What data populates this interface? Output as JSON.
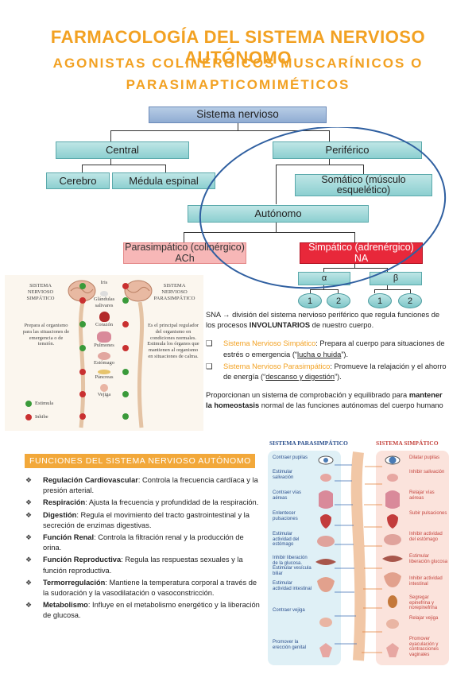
{
  "title": {
    "line1": "FARMACOLOGÍA DEL SISTEMA NERVIOSO AUTÓNOMO",
    "line2": "AGONISTAS COLINÉRGICOS MUSCARÍNICOS O",
    "line3": "PARASIMAPTICOMIMÉTICOS"
  },
  "tree": {
    "root": "Sistema nervioso",
    "central": "Central",
    "periferico": "Periférico",
    "cerebro": "Cerebro",
    "medula": "Médula espinal",
    "somatico": "Somático (músculo esquelético)",
    "autonomo": "Autónomo",
    "parasimpatico": "Parasimpático (colinérgico) ACh",
    "simpatico": "Simpático (adrenérgico) NA",
    "alpha": "α",
    "beta": "β",
    "a1": "1",
    "a2": "2",
    "b1": "1",
    "b2": "2"
  },
  "left_figure": {
    "sympathetic_title": "SISTEMA NERVIOSO SIMPÁTICO",
    "parasympathetic_title": "SISTEMA NERVIOSO PARASIMPÁTICO",
    "sympathetic_desc": "Prepara al organismo para las situaciones de emergencia o de tensión.",
    "parasympathetic_desc": "Es el principal regulador del organismo en condiciones normales. Estimula los órganos que mantienen al organismo en situaciones de calma.",
    "organs": [
      "Iris",
      "Glándulas salivares",
      "Corazón",
      "Pulmones",
      "Estómago",
      "Páncreas",
      "Vejiga"
    ],
    "legend_stimulate": "Estimula",
    "legend_inhibit": "Inhibe",
    "colors": {
      "stimulate": "#3a9a3a",
      "inhibit": "#c93030"
    }
  },
  "sna_text": {
    "intro_pre": "SNA → división del sistema nervioso periférico que regula funciones de los procesos ",
    "intro_bold": "INVOLUNTARIOS",
    "intro_post": " de nuestro cuerpo.",
    "symp_label": "Sistema Nervioso Simpático",
    "symp_text": ": Prepara al cuerpo para situaciones de estrés o emergencia (“",
    "symp_quote": "lucha o huida",
    "symp_end": "”).",
    "para_label": "Sistema Nervioso Parasimpático",
    "para_text": ": Promueve la relajación y el ahorro de energía (“",
    "para_quote": "descanso y digestión",
    "para_end": "”).",
    "homeo_pre": "Proporcionan un sistema de comprobación y equilibrado para ",
    "homeo_bold": "mantener la homeostasis",
    "homeo_post": " normal de las funciones autónomas del cuerpo humano"
  },
  "functions": {
    "header": "FUNCIONES DEL SISTEMA NERVIOSO AUTÓNOMO",
    "items": [
      {
        "label": "Regulación Cardiovascular",
        "text": ": Controla la frecuencia cardíaca y la presión arterial."
      },
      {
        "label": "Respiración",
        "text": ": Ajusta la frecuencia y profundidad de la respiración."
      },
      {
        "label": "Digestión",
        "text": ": Regula el movimiento del tracto gastrointestinal y la secreción de enzimas digestivas."
      },
      {
        "label": "Función Renal",
        "text": ": Controla la filtración renal y la producción de orina."
      },
      {
        "label": "Función Reproductiva",
        "text": ": Regula las respuestas sexuales y la función reproductiva."
      },
      {
        "label": "Termorregulación",
        "text": ": Mantiene la temperatura corporal a través de la sudoración y la vasodilatación o vasoconstricción."
      },
      {
        "label": "Metabolismo",
        "text": ": Influye en el metabolismo energético y la liberación de glucosa."
      }
    ]
  },
  "right_figure": {
    "para_title": "SISTEMA PARASIMPÁTICO",
    "symp_title": "SISTEMA SIMPÁTICO",
    "para_labels": [
      "Contraer pupilas",
      "Estimular salivación",
      "Contraer vías aéreas",
      "Enlentecer pulsaciones",
      "Estimular actividad del estómago",
      "Inhibir liberación de la glucosa. Estimular vesícula biliar",
      "Estimular actividad intestinal",
      "Contraer vejiga",
      "Promover la erección genital"
    ],
    "symp_labels": [
      "Dilatar pupilas",
      "Inhibir salivación",
      "Relajar vías aéreas",
      "Subir pulsaciones",
      "Inhibir actividad del estómago",
      "Estimular liberación glucosa",
      "Inhibir actividad intestinal",
      "Segregar epinefrina y norepinefrina",
      "Relajar vejiga",
      "Promover eyaculación y contracciones vaginales"
    ],
    "colors": {
      "para": "#2b4f8d",
      "symp": "#c4453f"
    }
  }
}
